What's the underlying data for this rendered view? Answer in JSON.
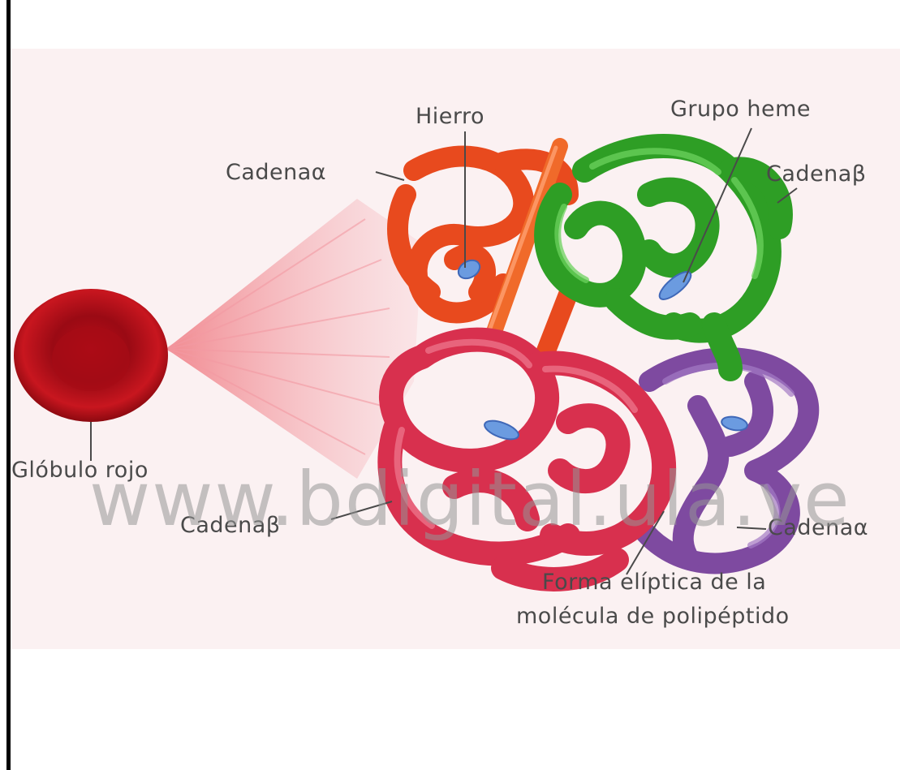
{
  "labels": {
    "hierro": "Hierro",
    "grupo_heme": "Grupo heme",
    "cadena_alfa_top": "Cadenaα",
    "cadena_beta_top": "Cadenaβ",
    "globulo_rojo": "Glóbulo rojo",
    "cadena_beta_bottom": "Cadenaβ",
    "cadena_alfa_bottom": "Cadenaα",
    "forma_line1": "Forma elíptica de la",
    "forma_line2": "molécula de polipéptido"
  },
  "watermark": "www.bdigital.ula.ve",
  "colors": {
    "alpha_chain_top": "#e84a1e",
    "beta_chain_top": "#2e9e25",
    "beta_chain_bottom": "#d8304e",
    "alpha_chain_bottom": "#7e4aa0",
    "red_blood_cell": "#c2121c",
    "heme": "#6b9be0"
  }
}
